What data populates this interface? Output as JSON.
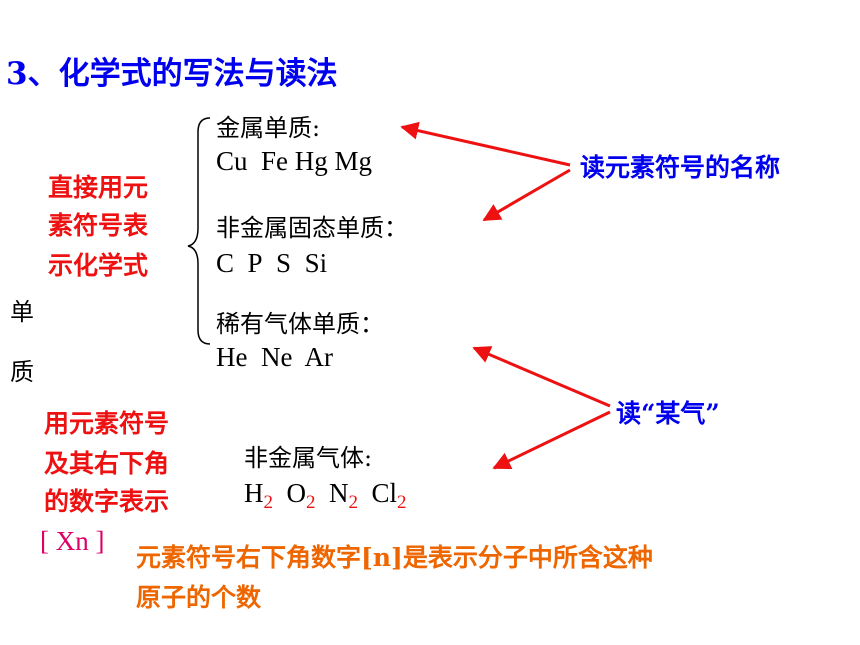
{
  "title": "3、化学式的写法与读法",
  "left": {
    "direct_lines": [
      "直接用元",
      "素符号表",
      "示化学式"
    ],
    "unit_chars": [
      "单",
      "质"
    ],
    "subscript_lines": [
      "用元素符号",
      "及其右下角",
      "的数字表示"
    ],
    "notation": "[ Xn ]"
  },
  "groups": {
    "metal": {
      "label": "金属单质:",
      "symbols": [
        "Cu",
        "Fe",
        "Hg",
        "Mg"
      ]
    },
    "nonmetal_solid": {
      "label": "非金属固态单质：",
      "symbols": [
        "C",
        "P",
        "S",
        "Si"
      ]
    },
    "noble_gas": {
      "label": "稀有气体单质：",
      "symbols": [
        "He",
        "Ne",
        "Ar"
      ]
    },
    "nonmetal_gas": {
      "label": "非金属气体:",
      "formulas": [
        {
          "element": "H",
          "subscript": "2"
        },
        {
          "element": "O",
          "subscript": "2"
        },
        {
          "element": "N",
          "subscript": "2"
        },
        {
          "element": "Cl",
          "subscript": "2"
        }
      ]
    }
  },
  "notes": {
    "read_name": "读元素符号的名称",
    "read_gas": "读“某气”",
    "explanation_lines": [
      "元素符号右下角数字[n]是表示分子中所含这种",
      "原子的个数"
    ]
  },
  "colors": {
    "title": "#0000ee",
    "red": "#ee1111",
    "blue": "#0000ee",
    "orange": "#ee6600",
    "magenta": "#dd0066"
  }
}
